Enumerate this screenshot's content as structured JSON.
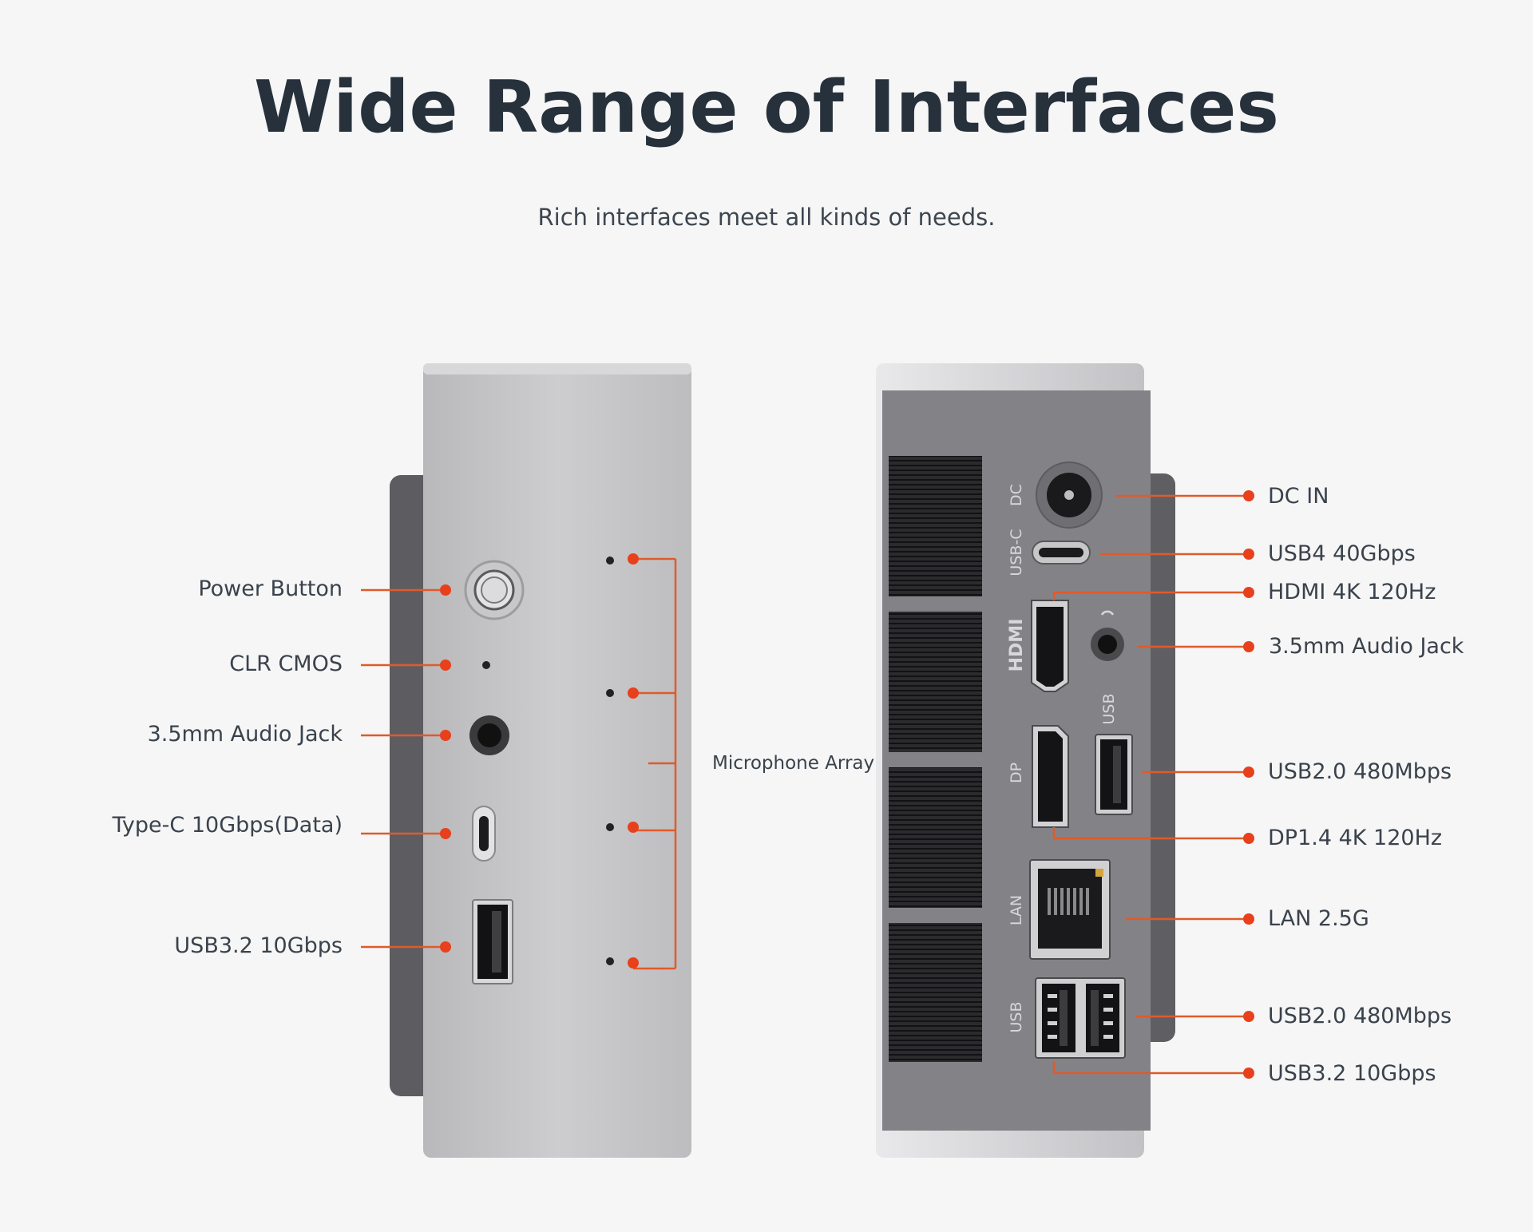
{
  "heading": {
    "title": "Wide Range of Interfaces",
    "subtitle": "Rich interfaces meet all kinds of needs."
  },
  "front_panel": {
    "labels": [
      "Power Button",
      "CLR CMOS",
      "3.5mm Audio Jack",
      "Type-C 10Gbps(Data)",
      "USB3.2 10Gbps"
    ],
    "microphone_label": "Microphone Array"
  },
  "rear_panel": {
    "labels": [
      "DC IN",
      "USB4 40Gbps",
      "HDMI 4K 120Hz",
      "3.5mm Audio Jack",
      "USB2.0 480Mbps",
      "DP1.4 4K 120Hz",
      "LAN 2.5G",
      "USB2.0 480Mbps",
      "USB3.2 10Gbps"
    ],
    "port_markings": {
      "dc": "DC",
      "usbc": "USB-C",
      "hdmi": "HDMI",
      "usb_upper": "USB",
      "dp": "DP",
      "lan": "LAN",
      "usb_lower": "USB"
    }
  },
  "colors": {
    "accent": "#e8401c",
    "accent_line": "#e05a2a",
    "title": "#26313c",
    "background": "#f6f6f6"
  }
}
